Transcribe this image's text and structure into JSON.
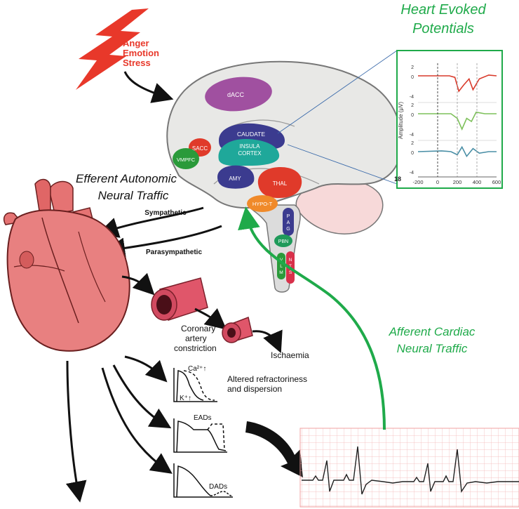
{
  "stress": {
    "line1": "Anger",
    "line2": "Emotion",
    "line3": "Stress",
    "color": "#e8382a",
    "icon": "lightning-bolt-icon"
  },
  "heart_evoked": {
    "line1": "Heart Evoked",
    "line2": "Potentials",
    "color": "#1faa4a"
  },
  "brain_regions": {
    "dacc": "dACC",
    "caudate": "CAUDATE",
    "insula_1": "INSULA",
    "insula_2": "CORTEX",
    "sacc": "SACC",
    "vmpfc": "VMPFC",
    "amy": "AMY",
    "thal": "THAL",
    "hypot": "HYPO-T",
    "pag": [
      "P",
      "A",
      "G"
    ],
    "pbn": "PBN",
    "vlm": [
      "V",
      "L",
      "M"
    ],
    "nts": [
      "N",
      "T",
      "S"
    ]
  },
  "efferent": {
    "line1": "Efferent Autonomic",
    "line2": "Neural  Traffic",
    "sympathetic": "Sympathetic",
    "parasympathetic": "Parasympathetic"
  },
  "coronary": {
    "line1": "Coronary",
    "line2": "artery",
    "line3": "constriction",
    "ischaemia": "Ischaemia"
  },
  "refractory": {
    "ca": "Ca²⁺↑",
    "k": "K⁺↑",
    "line1": "Altered refractoriness",
    "line2": "and dispersion",
    "eads": "EADs",
    "dads": "DADs"
  },
  "afferent": {
    "line1": "Afferent Cardiac",
    "line2": "Neural  Traffic",
    "color": "#1faa4a"
  },
  "hep_chart": {
    "chart_data": {
      "type": "line",
      "ylabel": "Amplitude (μV)",
      "x_ticks": [
        "-200",
        "0",
        "200",
        "400",
        "600"
      ],
      "panels": [
        {
          "color": "#d93a2b",
          "y_ticks": [
            "2",
            "0",
            "-4"
          ]
        },
        {
          "color": "#7dc05a",
          "y_ticks": [
            "2",
            "0",
            "-4"
          ]
        },
        {
          "color": "#4a8fa6",
          "y_ticks": [
            "2",
            "0",
            "-4"
          ]
        }
      ],
      "corner_number": "18"
    }
  }
}
